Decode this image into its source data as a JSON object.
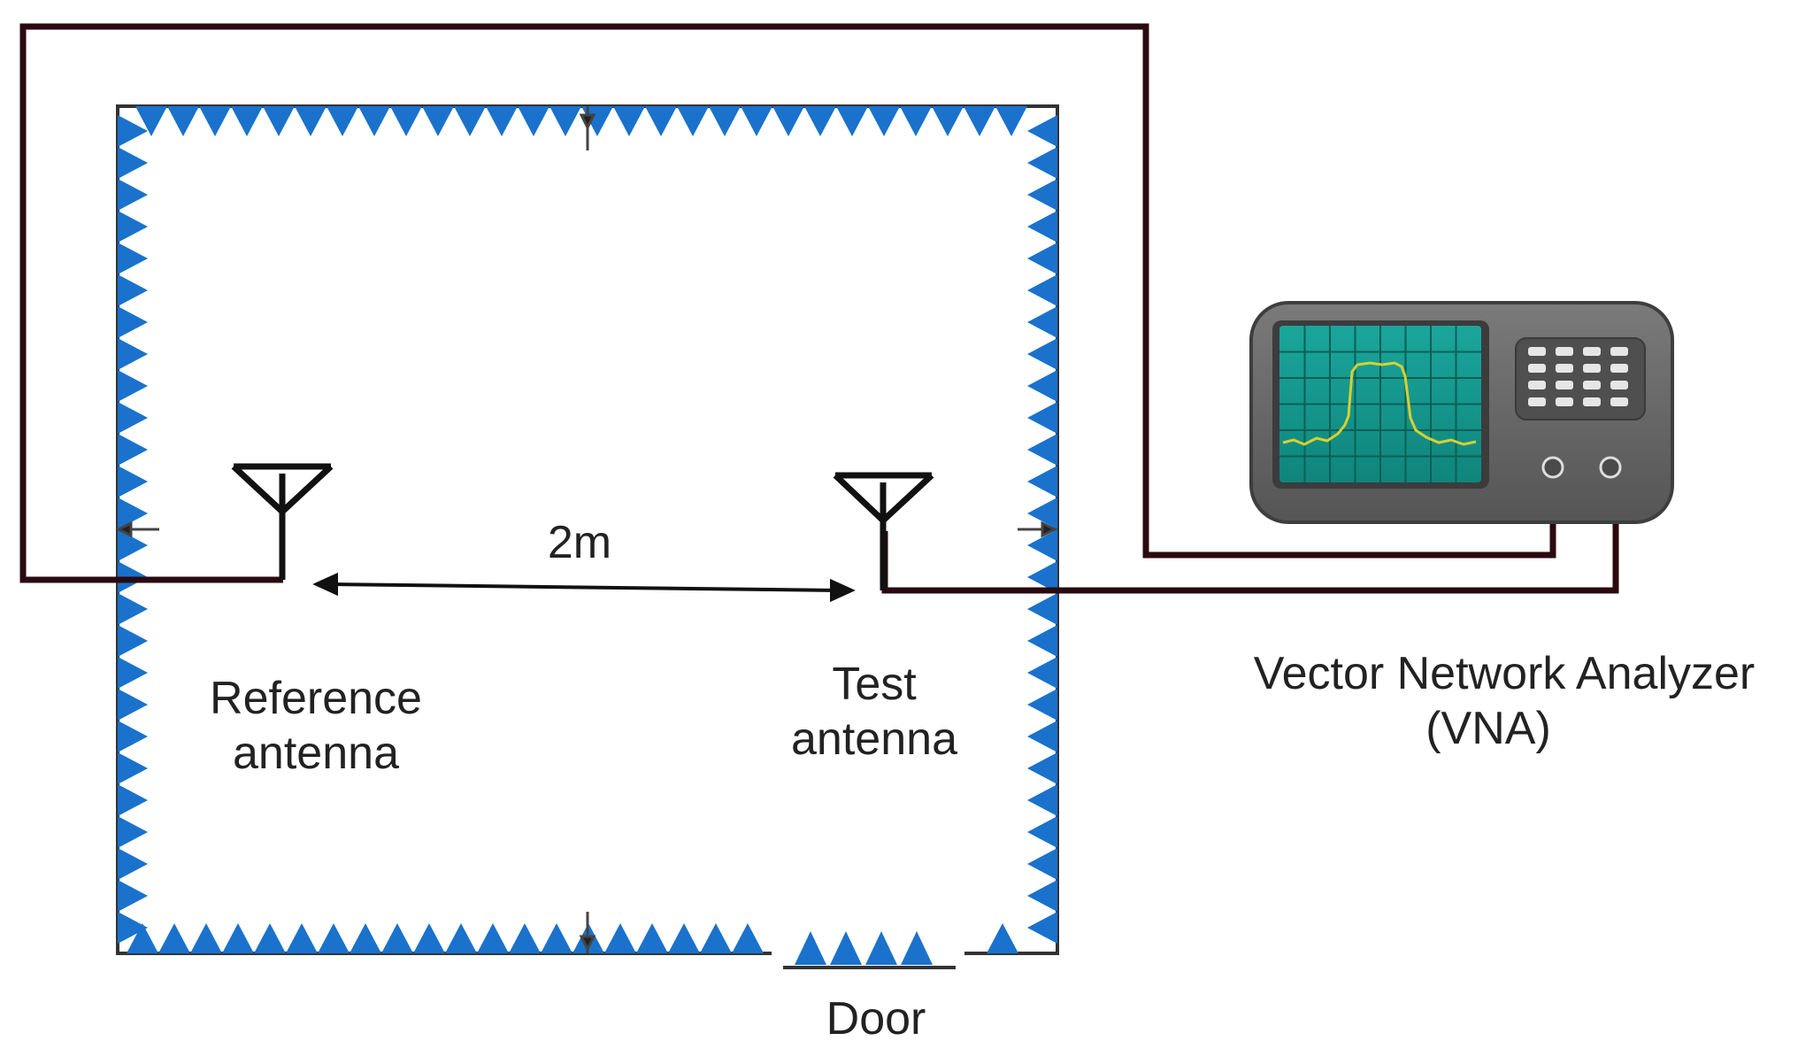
{
  "labels": {
    "distance": "2m",
    "reference_antenna_line1": "Reference",
    "reference_antenna_line2": "antenna",
    "test_antenna_line1": "Test",
    "test_antenna_line2": "antenna",
    "vna_line1": "Vector Network Analyzer",
    "vna_line2": "(VNA)",
    "door": "Door"
  },
  "colors": {
    "absorber": "#1a72cc",
    "cable": "#2a0a10",
    "screen": "#139188",
    "vna_body": "#6d6d6d",
    "trace": "#d8d030"
  },
  "icons": {
    "antenna": "antenna-icon",
    "vna": "vna-instrument-icon"
  }
}
